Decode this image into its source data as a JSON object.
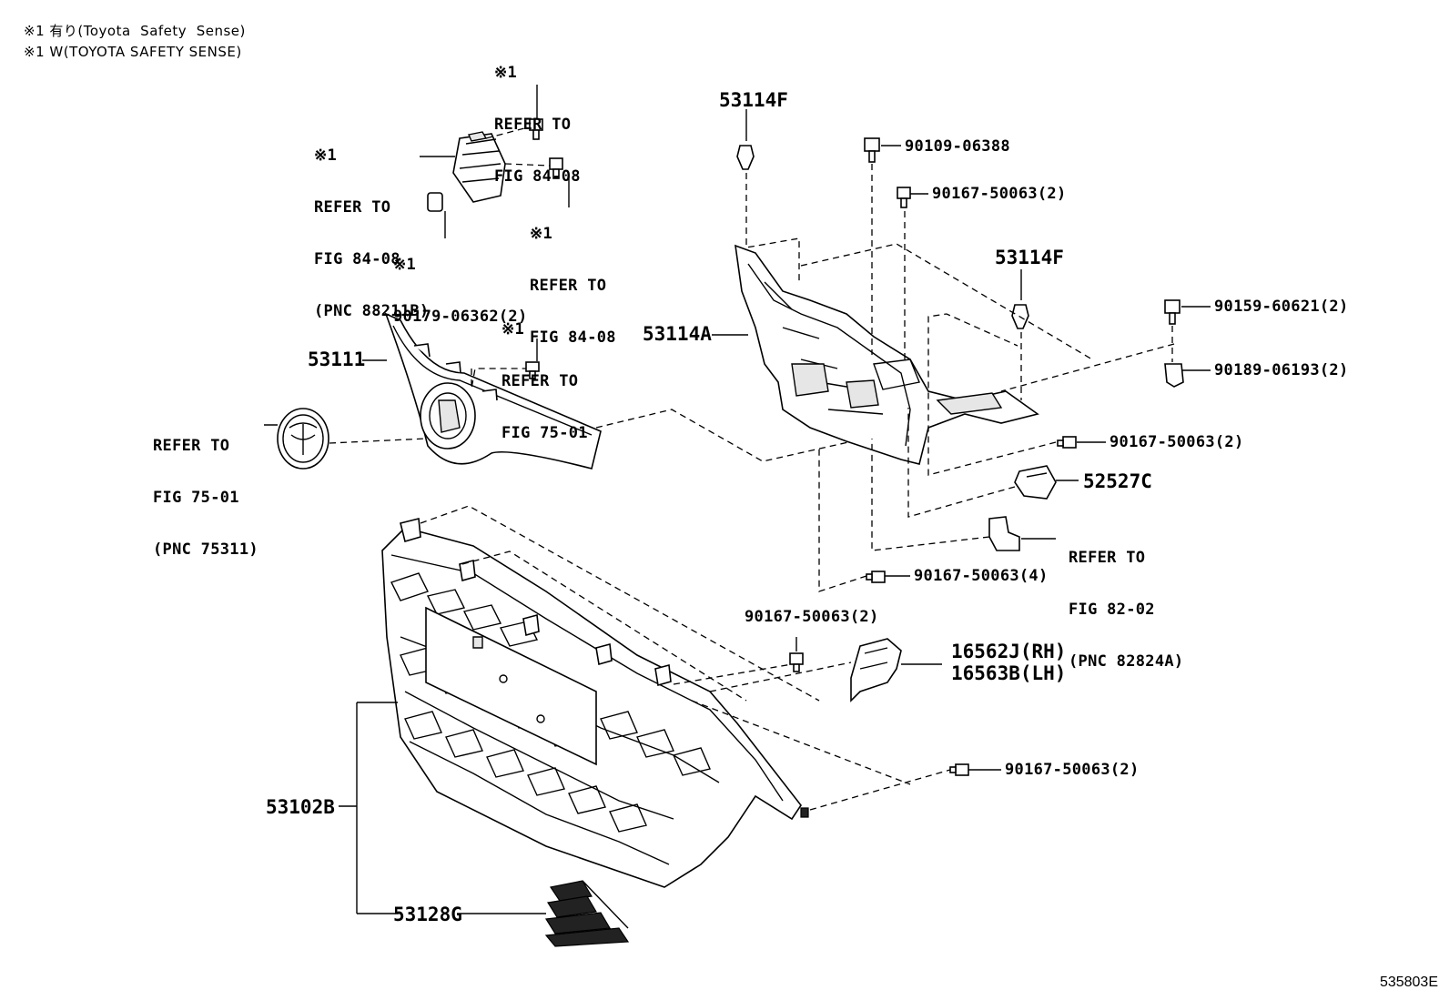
{
  "notes": {
    "line1": "※1 有り(Toyota  Safety  Sense)",
    "line2": "※1 W(TOYOTA SAFETY SENSE)"
  },
  "labels": {
    "ref_84_08_top": [
      "※1",
      "REFER TO",
      "FIG 84-08"
    ],
    "ref_84_08_pnc": [
      "※1",
      "REFER TO",
      "FIG 84-08",
      "(PNC 88211B)"
    ],
    "ref_84_08_mid": [
      "※1",
      "REFER TO",
      "FIG 84-08"
    ],
    "p_90179": [
      "※1",
      "90179-06362(2)"
    ],
    "ref_75_01_top": [
      "※1",
      "REFER TO",
      "FIG 75-01"
    ],
    "ref_75_01_pnc": [
      "REFER TO",
      "FIG 75-01",
      "(PNC 75311)"
    ],
    "ref_82_02_pnc": [
      "REFER TO",
      "FIG 82-02",
      "(PNC 82824A)"
    ]
  },
  "parts": {
    "p_53114F_top": "53114F",
    "p_53114F_right": "53114F",
    "p_53114A": "53114A",
    "p_53111": "53111",
    "p_90109": "90109-06388",
    "p_90167_a": "90167-50063(2)",
    "p_90159": "90159-60621(2)",
    "p_90189": "90189-06193(2)",
    "p_90167_b": "90167-50063(2)",
    "p_52527C": "52527C",
    "p_90167_c": "90167-50063(4)",
    "p_90167_d": "90167-50063(2)",
    "p_16562J": "16562J(RH)",
    "p_16563B": "16563B(LH)",
    "p_90167_e": "90167-50063(2)",
    "p_53102B": "53102B",
    "p_53128G": "53128G"
  },
  "figure_id": "535803E"
}
